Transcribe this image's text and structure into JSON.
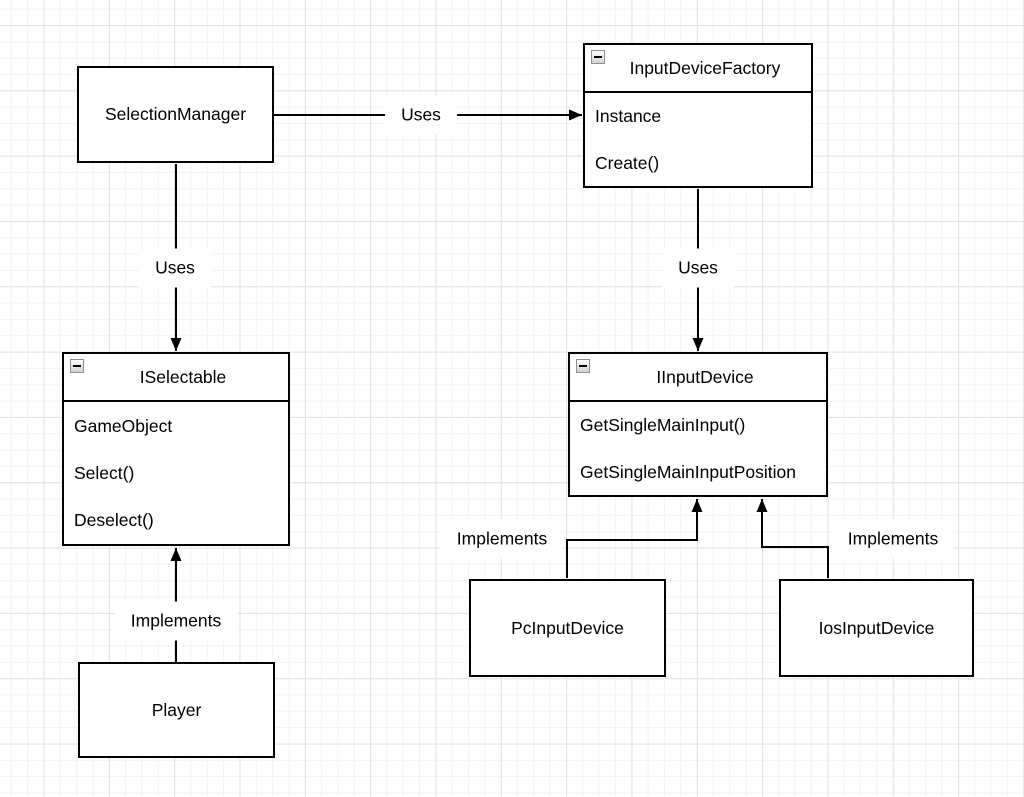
{
  "diagram": {
    "type": "uml-class-diagram",
    "colors": {
      "stroke": "#000000",
      "node_fill": "#ffffff",
      "grid_minor": "#f3f3f3",
      "grid_major": "#e2e2e2",
      "background": "#ffffff"
    },
    "icons": {
      "collapse": "collapse-minus-icon"
    },
    "classes": {
      "selection_manager": {
        "title": "SelectionManager"
      },
      "input_device_factory": {
        "title": "InputDeviceFactory",
        "members": [
          "Instance",
          "Create()"
        ]
      },
      "iselectable": {
        "title": "ISelectable",
        "members": [
          "GameObject",
          "Select()",
          "Deselect()"
        ]
      },
      "iinput_device": {
        "title": "IInputDevice",
        "members": [
          "GetSingleMainInput()",
          "GetSingleMainInputPosition"
        ]
      },
      "pc_input_device": {
        "title": "PcInputDevice"
      },
      "ios_input_device": {
        "title": "IosInputDevice"
      },
      "player": {
        "title": "Player"
      }
    },
    "edges": {
      "sm_to_factory": {
        "label": "Uses"
      },
      "sm_to_iselectable": {
        "label": "Uses"
      },
      "factory_to_iinput": {
        "label": "Uses"
      },
      "player_to_iselectable": {
        "label": "Implements"
      },
      "pc_to_iinput": {
        "label": "Implements"
      },
      "ios_to_iinput": {
        "label": "Implements"
      }
    }
  }
}
